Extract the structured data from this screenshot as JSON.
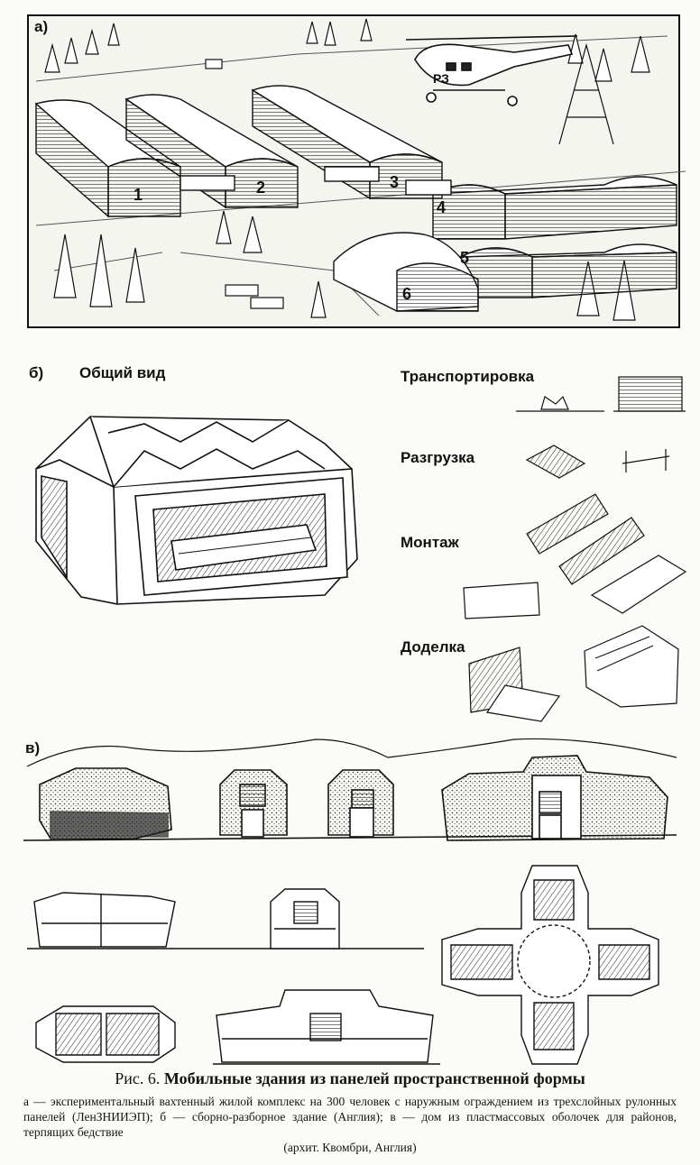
{
  "panels": {
    "a": {
      "label": "а)",
      "building_numbers": [
        "1",
        "2",
        "3",
        "4",
        "5",
        "6"
      ],
      "helicopter_mark": "РЗ"
    },
    "b": {
      "label": "б)",
      "view_title": "Общий вид",
      "steps": [
        "Транспортировка",
        "Разгрузка",
        "Монтаж",
        "Доделка"
      ]
    },
    "v": {
      "label": "в)"
    }
  },
  "caption": {
    "number": "Рис. 6.",
    "title": "Мобильные здания из панелей пространственной формы"
  },
  "legend": {
    "line1": "а — экспериментальный вахтенный жилой комплекс на 300 человек с наружным ограждением из трехслойных рулонных панелей (ЛенЗНИИЭП); б — сборно-разборное здание (Англия); в — дом из пластмассовых оболочек для районов, терпящих бедствие",
    "line2": "(архит. Квомбри, Англия)"
  }
}
